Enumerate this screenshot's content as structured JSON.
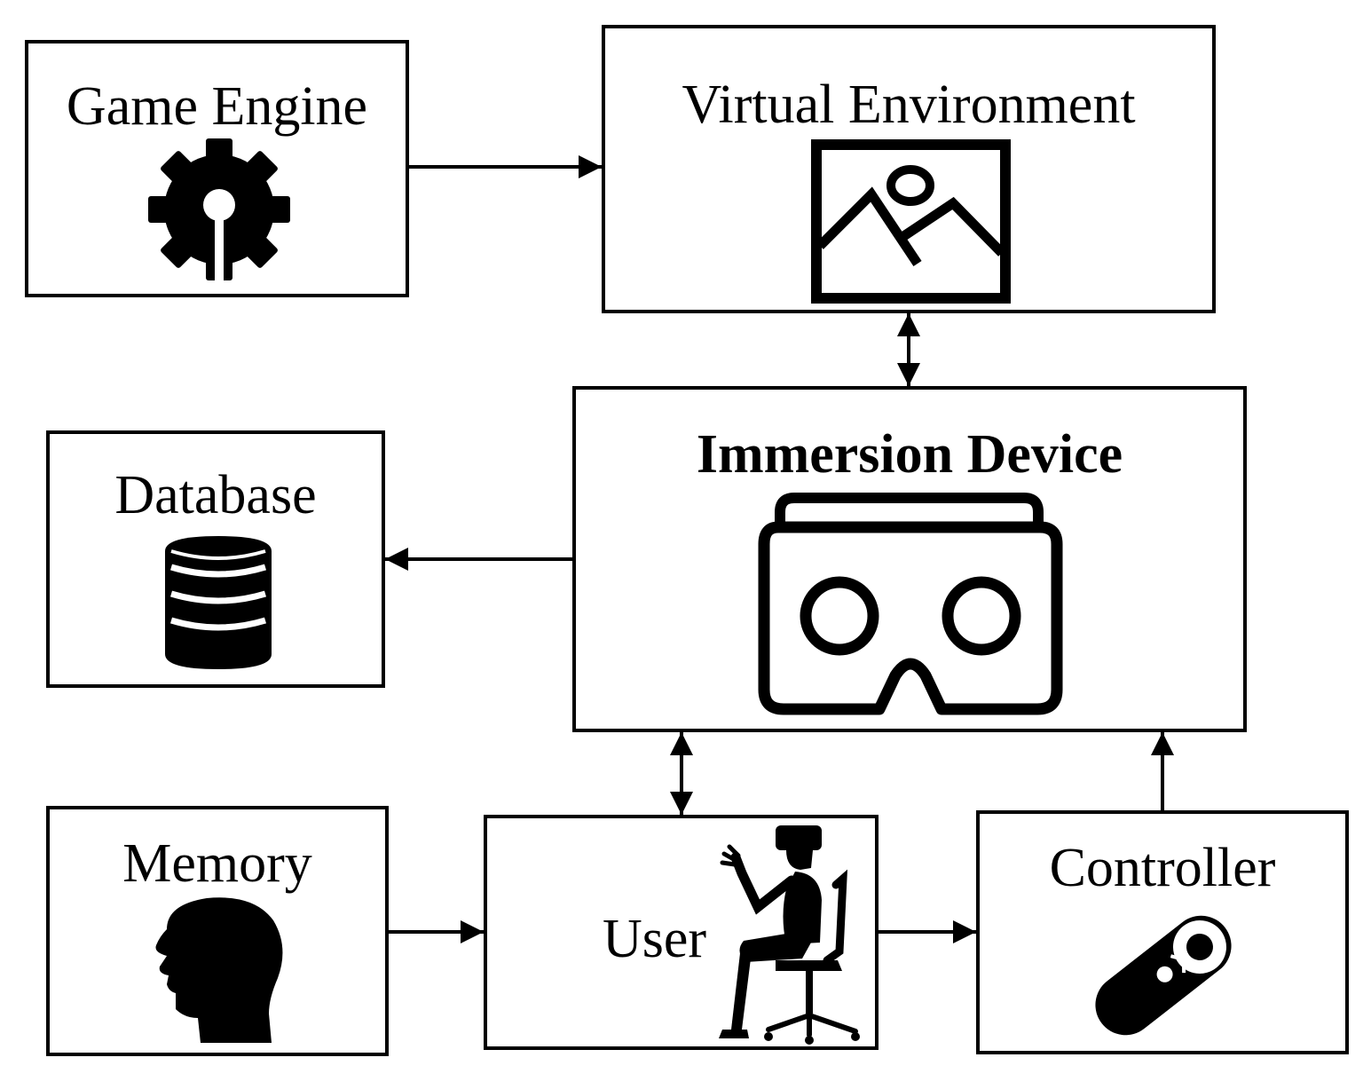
{
  "diagram": {
    "nodes": {
      "game_engine": {
        "label": "Game Engine",
        "icon": "gear-icon"
      },
      "virtual_environment": {
        "label": "Virtual Environment",
        "icon": "landscape-image-icon"
      },
      "immersion_device": {
        "label": "Immersion Device",
        "icon": "vr-headset-icon"
      },
      "database": {
        "label": "Database",
        "icon": "database-icon"
      },
      "memory": {
        "label": "Memory",
        "icon": "head-profile-icon"
      },
      "user": {
        "label": "User",
        "icon": "seated-vr-user-icon"
      },
      "controller": {
        "label": "Controller",
        "icon": "controller-icon"
      }
    },
    "edges": [
      {
        "from": "game_engine",
        "to": "virtual_environment",
        "direction": "forward"
      },
      {
        "from": "virtual_environment",
        "to": "immersion_device",
        "direction": "both"
      },
      {
        "from": "immersion_device",
        "to": "database",
        "direction": "forward"
      },
      {
        "from": "immersion_device",
        "to": "user",
        "direction": "both"
      },
      {
        "from": "memory",
        "to": "user",
        "direction": "forward"
      },
      {
        "from": "user",
        "to": "controller",
        "direction": "forward"
      },
      {
        "from": "controller",
        "to": "immersion_device",
        "direction": "forward"
      }
    ],
    "colors": {
      "stroke": "#000000",
      "fill": "#ffffff"
    }
  }
}
